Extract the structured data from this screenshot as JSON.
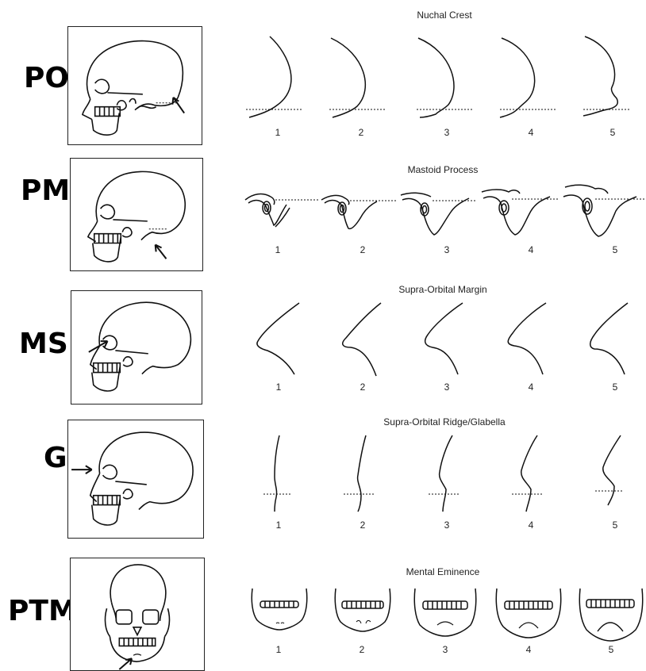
{
  "rows": [
    {
      "code": "PO",
      "title": "Nuchal Crest",
      "stages": [
        "1",
        "2",
        "3",
        "4",
        "5"
      ]
    },
    {
      "code": "PM",
      "title": "Mastoid Process",
      "stages": [
        "1",
        "2",
        "3",
        "4",
        "5"
      ]
    },
    {
      "code": "MS",
      "title": "Supra-Orbital Margin",
      "stages": [
        "1",
        "2",
        "3",
        "4",
        "5"
      ]
    },
    {
      "code": "G",
      "title": "Supra-Orbital Ridge/Glabella",
      "stages": [
        "1",
        "2",
        "3",
        "4",
        "5"
      ]
    },
    {
      "code": "PTM",
      "title": "Mental Eminence",
      "stages": [
        "1",
        "2",
        "3",
        "4",
        "5"
      ]
    }
  ],
  "icons": {
    "skull_lateral": "skull-lateral-icon",
    "skull_frontal": "skull-frontal-icon",
    "indicator": "arrow-icon"
  }
}
